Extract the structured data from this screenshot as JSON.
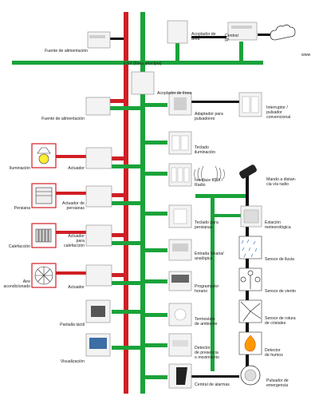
{
  "colors": {
    "red_line": "#d01f25",
    "green_line": "#1aa33a",
    "black_line": "#111111",
    "device_box": "#f3f3f3",
    "device_border": "#888888",
    "icon_red_border": "#d01f25",
    "bulb_fill": "#ffee33",
    "fire_fill": "#ff9900"
  },
  "labels": {
    "main_power": "Fuente de alimentación",
    "area_coupler": "Acoplador de\nárea",
    "ip_central": "Central\nIP",
    "www": "www",
    "main_line": "KNX (línea principal)",
    "line_coupler": "Acoplador de línea",
    "power_supply": "Fuente de alimentación",
    "button_adapter": "Adaptador para\npulsadores",
    "conventional_switch": "Interruptor /\npulsador\nconvencional",
    "lighting_keypad": "Teclado\niluminación",
    "lighting": "Iluminación",
    "actuator": "Actuador",
    "knx_radio": "Interface KNX /\nRadio",
    "radio_remote": "Mando a distan-\ncia vía radio",
    "blind": "Persiana",
    "blind_actuator": "Actuador de\npersianas",
    "blind_keypad": "Teclado para\npersianas",
    "weather_station": "Estación\nmeteorológica",
    "heating": "Calefacción",
    "heating_actuator": "Actuador\npara\ncalefacción",
    "binary_input": "Entrada binaria/\nanalógica",
    "rain_sensor": "Sensor de lluvia",
    "air_conditioning": "Aire\nacondicionado",
    "ac_actuator": "Actuador",
    "timer": "Programador\nhorario",
    "wind_sensor": "Sensor de viento",
    "touch_panel": "Pantalla táctil",
    "thermostat": "Termostato\nde ambiente",
    "glass_break": "Sensor de rotura\nde cristales",
    "presence": "Detector\nde presencia\no movimiento",
    "smoke": "Detector\nde humos",
    "visualization": "Visualización",
    "alarm_panel": "Central de alarmas",
    "panic_button": "Pulsador de\nemergencia"
  },
  "icons": {
    "cloud": "cloud-icon",
    "bulb": "lightbulb-icon",
    "blind": "window-blind-icon",
    "radiator": "radiator-icon",
    "fan": "fan-icon",
    "remote": "remote-control-icon",
    "weather": "weather-station-icon",
    "rain": "rain-icon",
    "wind": "wind-sensor-icon",
    "glass": "broken-glass-icon",
    "fire": "fire-icon",
    "panic": "panic-button-icon"
  }
}
